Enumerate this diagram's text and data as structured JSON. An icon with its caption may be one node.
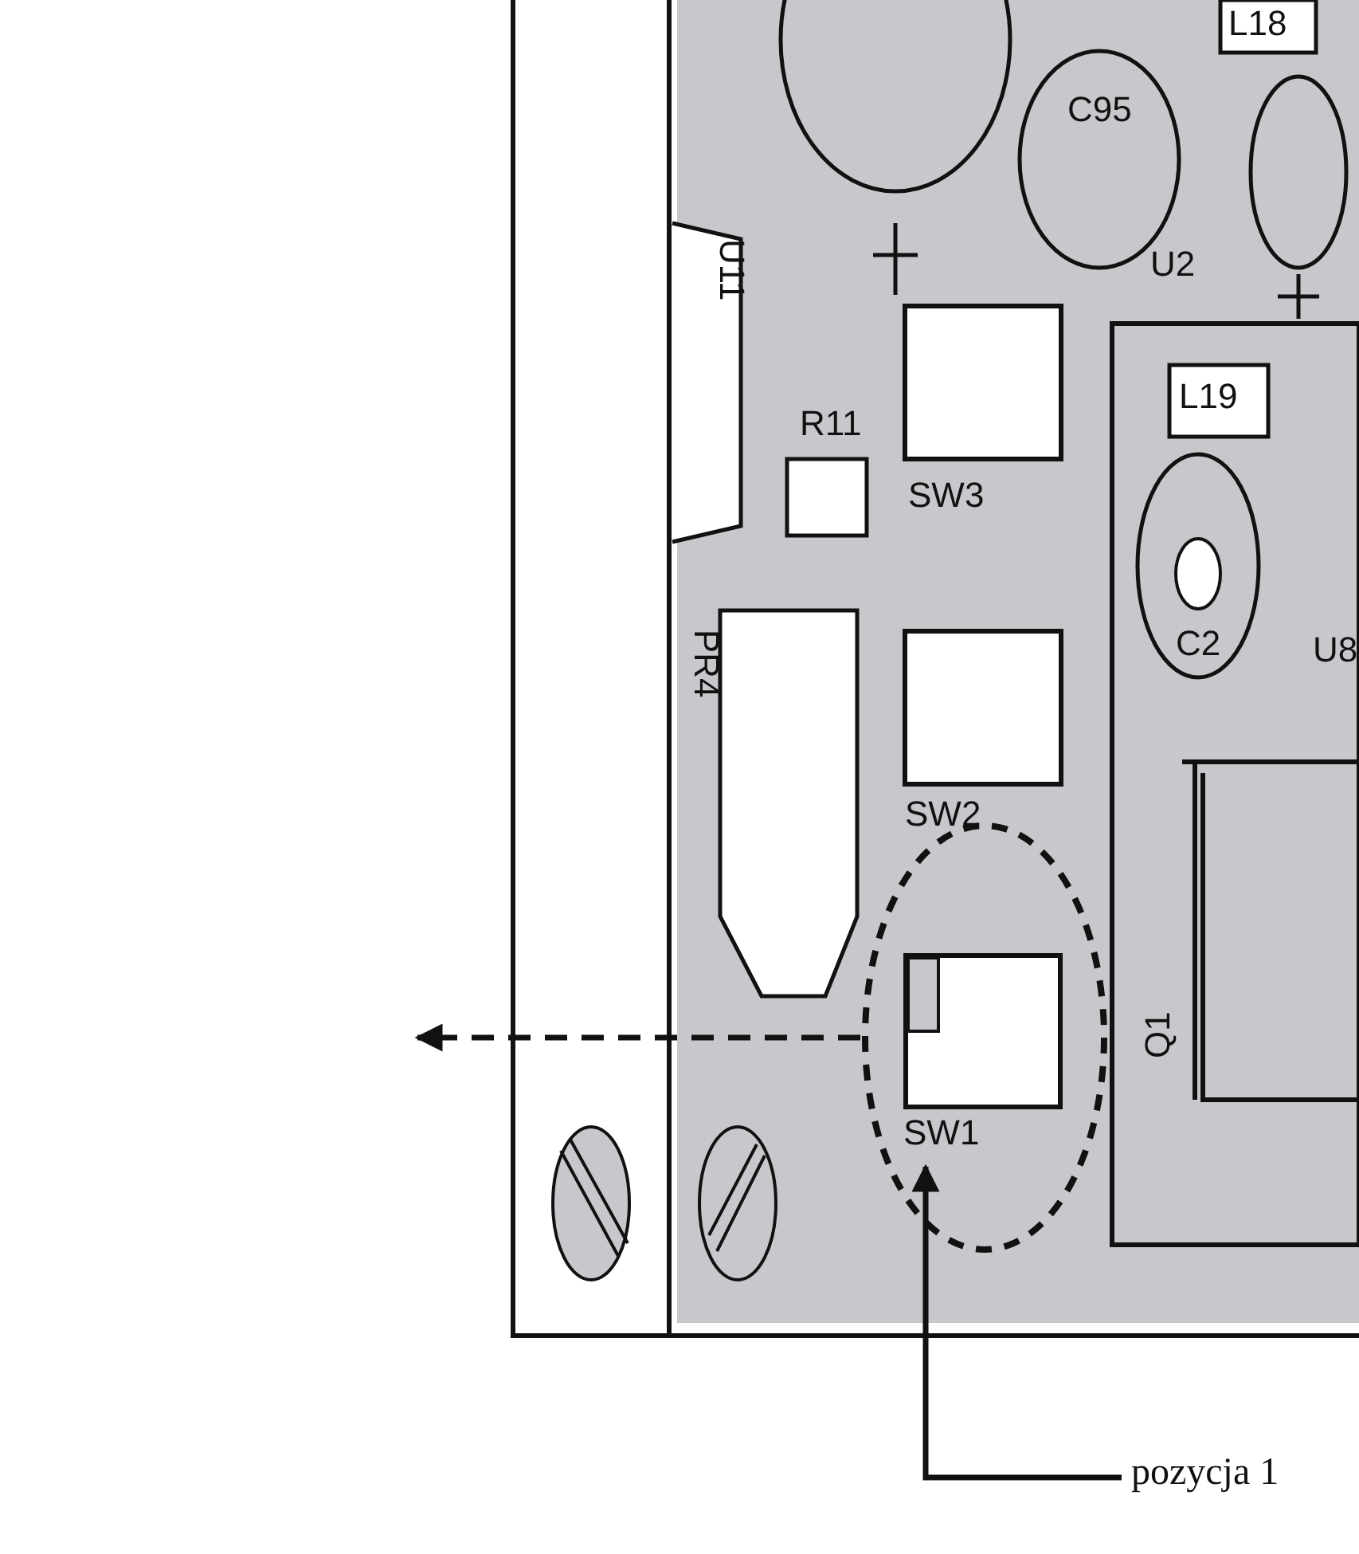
{
  "diagram": {
    "nodes": [
      {
        "text": [],
        "shape": "circle"
      },
      {
        "text": [
          "SW1"
        ],
        "in": 0
      },
      {
        "text": [
          "pozycja 1"
        ]
      }
    ],
    "edges": [
      {
        "from": 2,
        "to": 1,
        "arrow": "to"
      },
      {
        "from": 0,
        "to": null,
        "arrow": "to",
        "style": "dashed"
      }
    ],
    "labels": [
      "L18",
      "C95",
      "U2",
      "U11",
      "R11",
      "SW3",
      "L19",
      "C2",
      "U8",
      "PR4",
      "SW2",
      "Q1"
    ]
  }
}
